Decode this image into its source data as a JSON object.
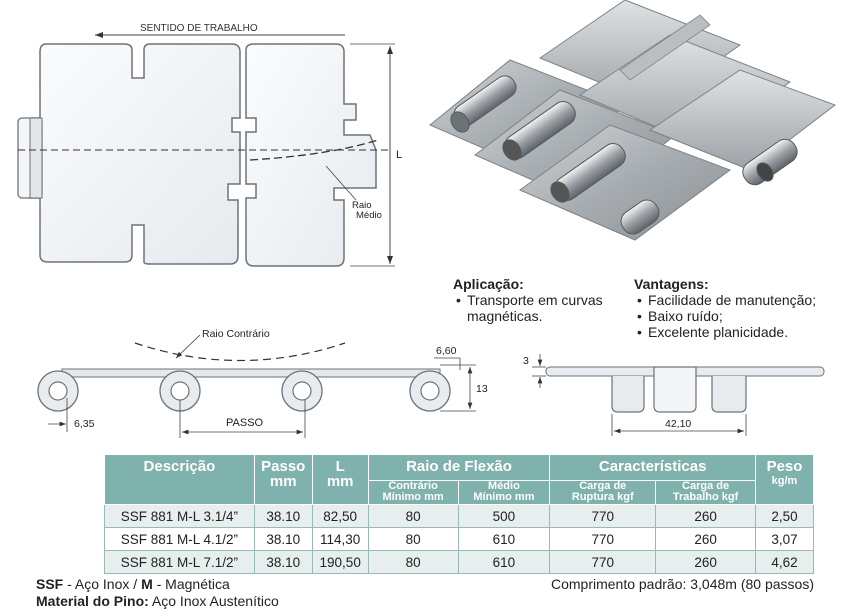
{
  "drawing_top": {
    "direction_label": "SENTIDO DE TRABALHO",
    "dim_L": "L",
    "radius_label_line1": "Raio",
    "radius_label_line2": "Médio"
  },
  "drawing_side": {
    "reverse_radius": "Raio Contrário",
    "dim_6_35": "6,35",
    "dim_pitch": "PASSO",
    "dim_6_60": "6,60",
    "dim_13": "13",
    "dim_3": "3",
    "dim_42_10": "42,10"
  },
  "application": {
    "title": "Aplicação:",
    "items": [
      "Transporte em curvas magnéticas."
    ]
  },
  "advantages": {
    "title": "Vantagens:",
    "items": [
      "Facilidade de manutenção;",
      "Baixo ruído;",
      "Excelente planicidade."
    ]
  },
  "table": {
    "headers": {
      "description": "Descrição",
      "pitch": "Passo",
      "pitch_unit": "mm",
      "l": "L",
      "l_unit": "mm",
      "radius": "Raio de Flexão",
      "radius_reverse": "Contrário",
      "radius_reverse_sub": "Mínimo mm",
      "radius_mean": "Médio",
      "radius_mean_sub": "Mínimo mm",
      "characteristics": "Características",
      "break_load": "Carga de",
      "break_load_sub": "Ruptura kgf",
      "work_load": "Carga de",
      "work_load_sub": "Trabalho kgf",
      "weight": "Peso",
      "weight_unit": "kg/m"
    },
    "rows": [
      [
        "SSF 881 M-L 3.1/4”",
        "38.10",
        "82,50",
        "80",
        "500",
        "770",
        "260",
        "2,50"
      ],
      [
        "SSF 881 M-L 4.1/2”",
        "38.10",
        "114,30",
        "80",
        "610",
        "770",
        "260",
        "3,07"
      ],
      [
        "SSF 881 M-L 7.1/2”",
        "38.10",
        "190,50",
        "80",
        "610",
        "770",
        "260",
        "4,62"
      ]
    ]
  },
  "footer": {
    "ssf": "SSF",
    "ssf_desc": " - Aço Inox / ",
    "m": "M",
    "m_desc": " - Magnética",
    "pin_label": "Material do Pino:",
    "pin_desc": " Aço Inox Austenítico",
    "standard_length": "Comprimento padrão: 3,048m (80 passos)"
  }
}
